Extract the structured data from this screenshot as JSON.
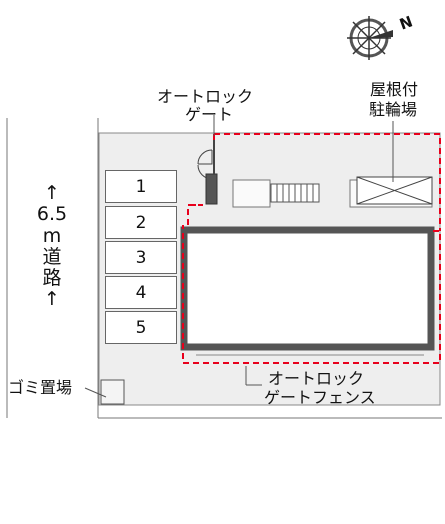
{
  "compass": {
    "north_label": "N"
  },
  "road": {
    "arrow_up": "↑",
    "width": "6.5",
    "unit": "m",
    "char1": "道",
    "char2": "路",
    "arrow_down": "↑"
  },
  "labels": {
    "auto_lock_gate_line1": "オートロック",
    "auto_lock_gate_line2": "ゲート",
    "bike_parking_line1": "屋根付",
    "bike_parking_line2": "駐輪場",
    "garbage": "ゴミ置場",
    "fence_line1": "オートロック",
    "fence_line2": "ゲートフェンス"
  },
  "parking_spaces": [
    "1",
    "2",
    "3",
    "4",
    "5"
  ],
  "colors": {
    "lot": "#eeeeee",
    "fence": "#e8001c",
    "building_border": "#555555",
    "line": "#666666"
  }
}
